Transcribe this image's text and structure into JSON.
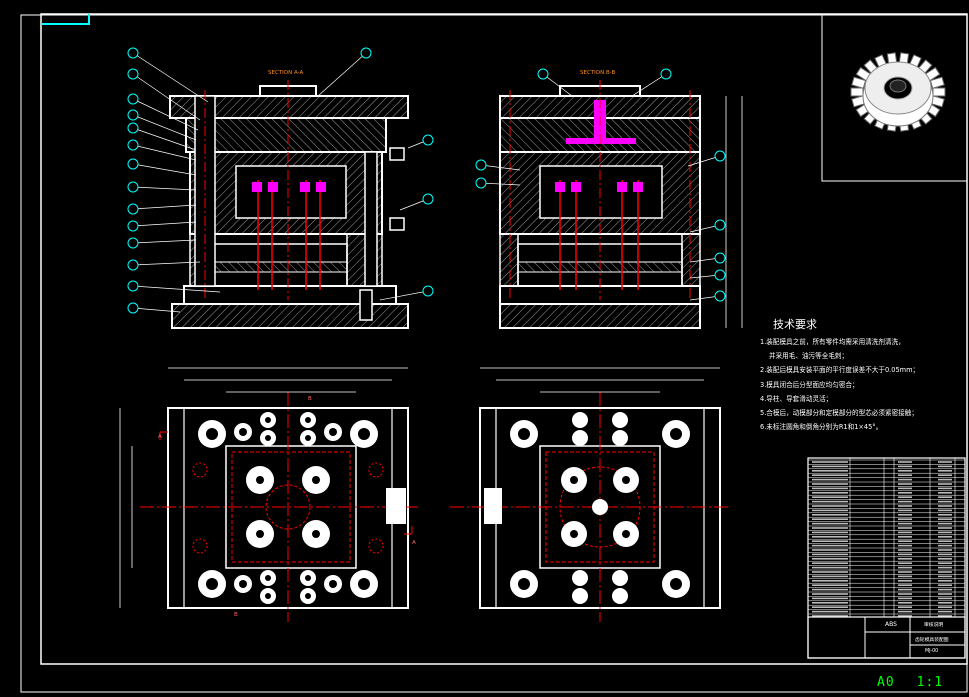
{
  "drawing": {
    "section_aa": "SECTION A-A",
    "section_bb": "SECTION B-B",
    "section_marks": [
      "A",
      "A",
      "B",
      "B"
    ]
  },
  "tech_req": {
    "title": "技术要求",
    "items": [
      "1.装配模具之前，所有零件均需采用清洗剂清洗，",
      "并采用毛、油污等全毛刺；",
      "2.装配后模具安装平面的平行度误差不大于0.05mm；",
      "3.模具闭合后分型面应均匀密合；",
      "4.导柱、导套滑动灵活；",
      "5.合模后，动模部分和定模部分的型芯必须紧密接触；",
      "6.未标注圆角和倒角分别为R1和1×45°。"
    ]
  },
  "title_block": {
    "material": "ABS",
    "scale_cell": "审核说明",
    "drawing_name": "齿轮模具装配图",
    "drawing_no": "MJ-00"
  },
  "sheet": {
    "size": "A0",
    "scale": "1:1"
  },
  "colors": {
    "frame": "#ffffff",
    "corner_mark": "#00ffff",
    "section_label": "#ff8c1a",
    "centerline": "#ff0000",
    "balloon": "#00ffff",
    "hidden": "#ff00ff",
    "sheet_text": "#00ff00"
  }
}
